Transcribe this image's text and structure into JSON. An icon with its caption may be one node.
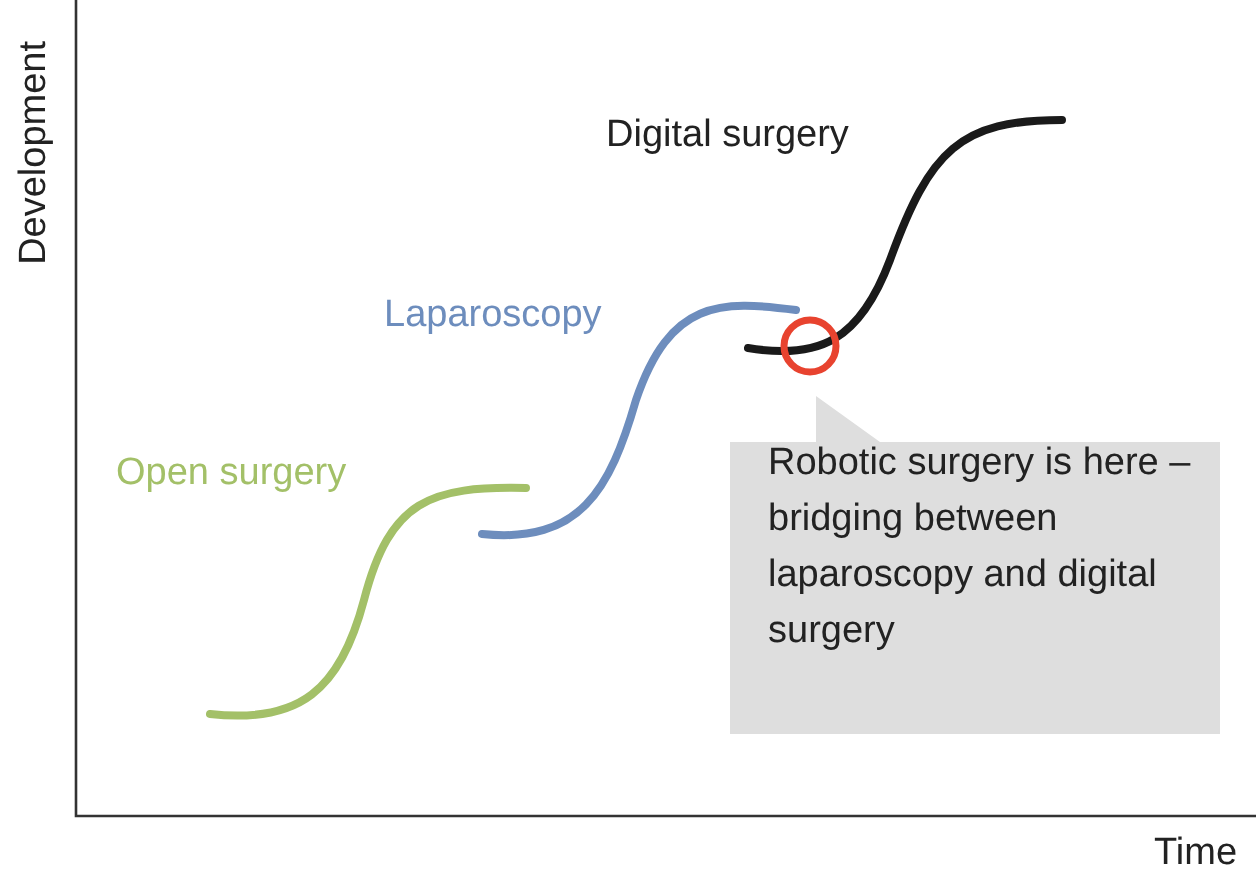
{
  "diagram": {
    "nodes": [
      {
        "text": [
          "Robotic surgery is here – bridging between laparoscopy and digital surgery"
        ]
      },
      {
        "text": [],
        "shape": "circle"
      }
    ],
    "labels": [
      "Development",
      "Digital surgery",
      "Laparoscopy",
      "Open surgery",
      "Time"
    ]
  }
}
